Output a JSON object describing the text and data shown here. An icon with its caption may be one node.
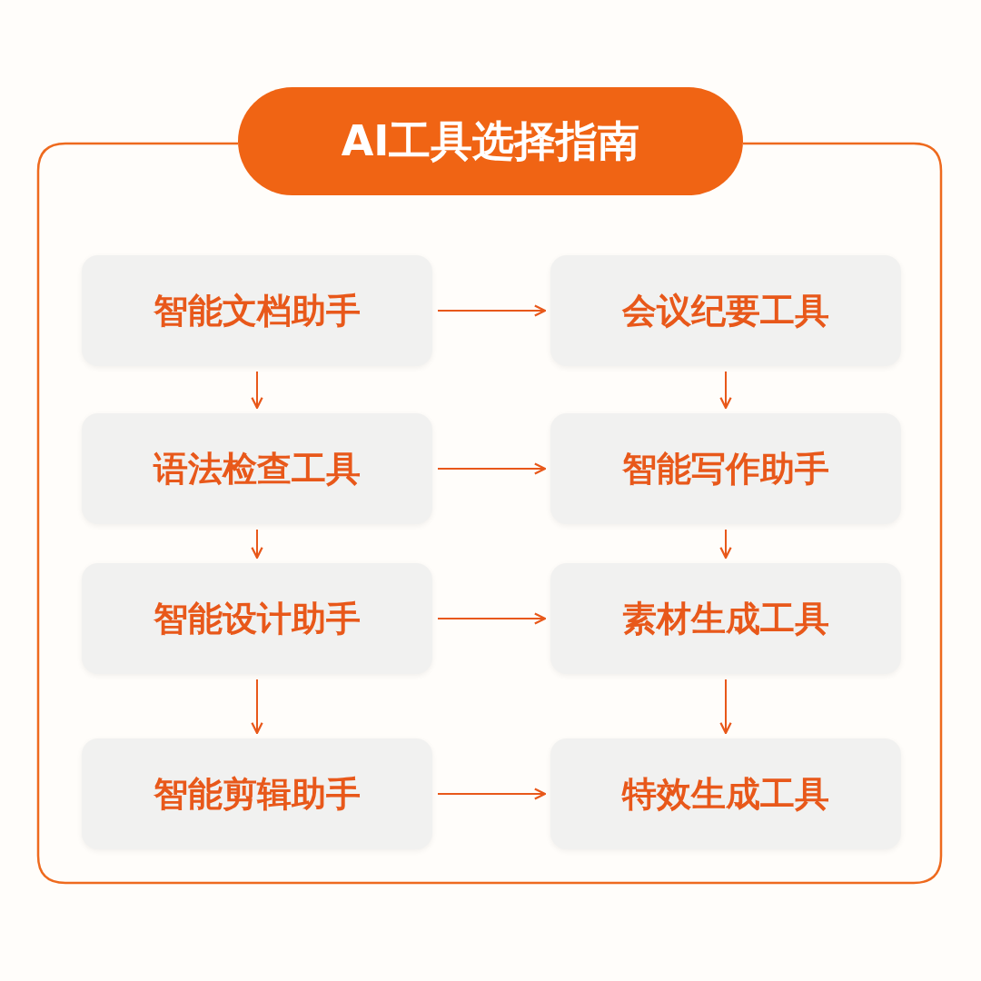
{
  "diagram": {
    "title": "AI工具选择指南",
    "nodes": [
      {
        "text": [
          "智能文档助手"
        ]
      },
      {
        "text": [
          "会议纪要工具"
        ]
      },
      {
        "text": [
          "语法检查工具"
        ]
      },
      {
        "text": [
          "智能写作助手"
        ]
      },
      {
        "text": [
          "智能设计助手"
        ]
      },
      {
        "text": [
          "素材生成工具"
        ]
      },
      {
        "text": [
          "智能剪辑助手"
        ]
      },
      {
        "text": [
          "特效生成工具"
        ]
      }
    ],
    "edges": [
      {
        "from": 0,
        "to": 1,
        "arrow": "to"
      },
      {
        "from": 0,
        "to": 2,
        "arrow": "to"
      },
      {
        "from": 1,
        "to": 3,
        "arrow": "to"
      },
      {
        "from": 2,
        "to": 3,
        "arrow": "to"
      },
      {
        "from": 2,
        "to": 4,
        "arrow": "to"
      },
      {
        "from": 3,
        "to": 5,
        "arrow": "to"
      },
      {
        "from": 4,
        "to": 5,
        "arrow": "to"
      },
      {
        "from": 4,
        "to": 6,
        "arrow": "to"
      },
      {
        "from": 5,
        "to": 7,
        "arrow": "to"
      },
      {
        "from": 6,
        "to": 7,
        "arrow": "to"
      }
    ]
  }
}
